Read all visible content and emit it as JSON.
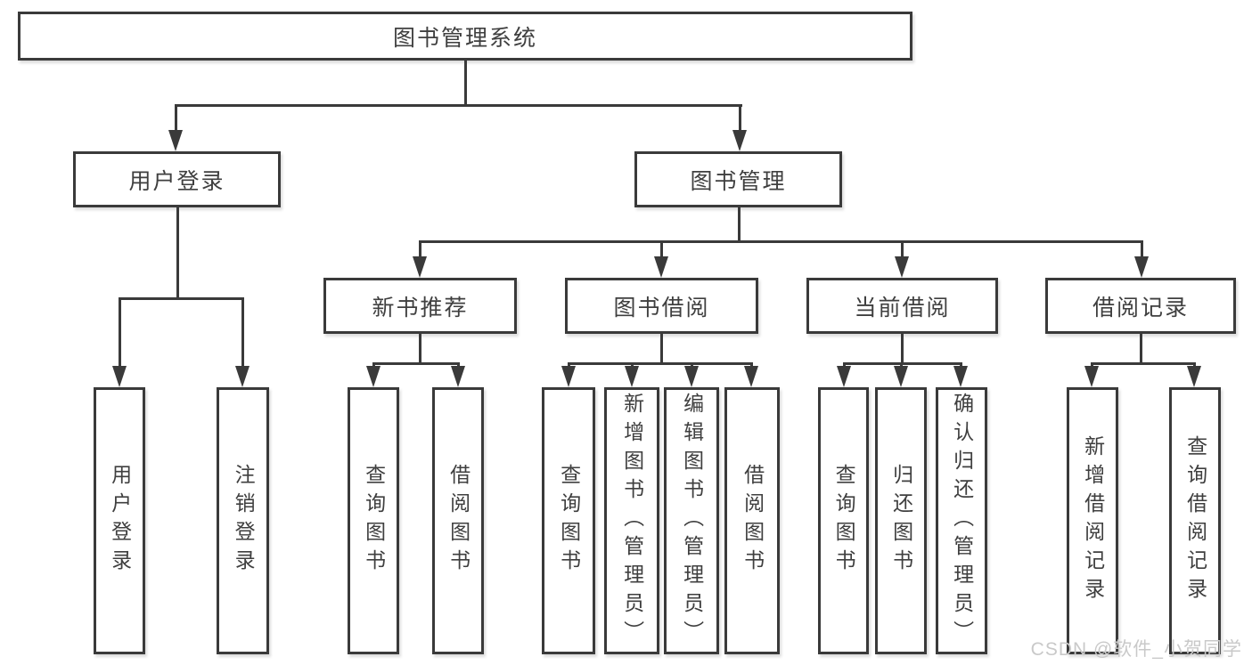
{
  "title": "图书管理系统",
  "nodes": {
    "root": "图书管理系统",
    "user_login": "用户登录",
    "book_mgmt": "图书管理",
    "new_book_rec": "新书推荐",
    "book_borrow": "图书借阅",
    "current_borrow": "当前借阅",
    "borrow_records": "借阅记录",
    "login": "用户登录",
    "logout": "注销登录",
    "nbr_query_books": "查询图书",
    "nbr_borrow_books": "借阅图书",
    "bb_query_books": "查询图书",
    "bb_add_books": "新增图书（管理员）",
    "bb_edit_books": "编辑图书（管理员）",
    "bb_borrow_books": "借阅图书",
    "cb_query_books": "查询图书",
    "cb_return_books": "归还图书",
    "cb_confirm_return": "确认归还（管理员）",
    "br_add_record": "新增借阅记录",
    "br_query_record": "查询借阅记录"
  },
  "watermark": "CSDN @软件_小贺同学",
  "colors": {
    "line": "#3a3a3a",
    "text": "#3f3f3f",
    "watermark": "#c9c9c9",
    "background": "#ffffff"
  }
}
